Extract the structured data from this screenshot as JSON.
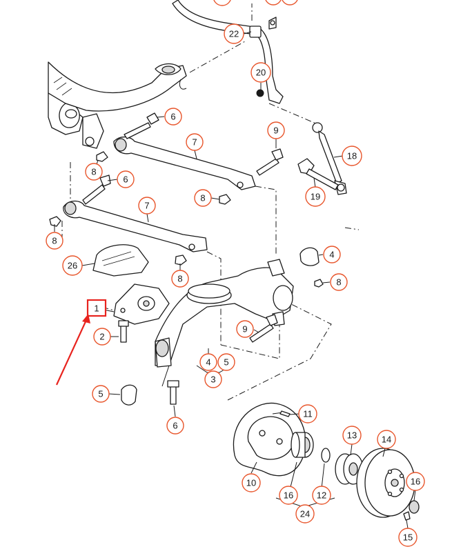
{
  "callouts": {
    "top_cut": "",
    "p22": "22",
    "p20": "20",
    "p6a": "6",
    "p7a": "7",
    "p9a": "9",
    "p8a": "8",
    "p6b": "6",
    "p18": "18",
    "p8b": "8",
    "p19": "19",
    "p7b": "7",
    "p8c": "8",
    "p26": "26",
    "p4a": "4",
    "p8d": "8",
    "p8e": "8",
    "p2": "2",
    "p9b": "9",
    "p4b": "4",
    "p5a": "5",
    "p3": "3",
    "p5b": "5",
    "p6c": "6",
    "p11": "11",
    "p13": "13",
    "p14": "14",
    "p10": "10",
    "p16a": "16",
    "p16b": "16",
    "p12": "12",
    "p24": "24",
    "p15": "15"
  },
  "highlight": {
    "label": "1",
    "box_color": "#e8231e",
    "arrow_color": "#e8231e"
  },
  "colors": {
    "callout_ring": "#e8552b",
    "line": "#1a1a1a"
  }
}
